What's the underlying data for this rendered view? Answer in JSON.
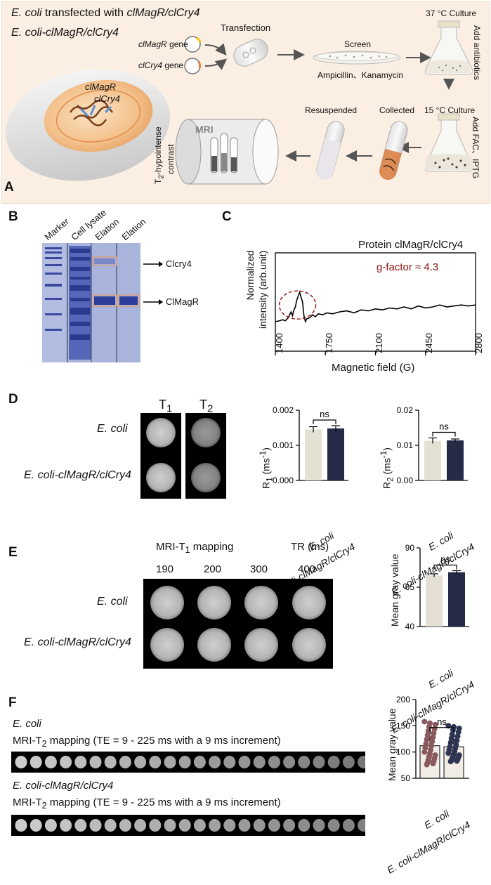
{
  "panel_a": {
    "label": "A",
    "title_prefix": "E. coli",
    "title_mid": " transfected with ",
    "title_suffix": "clMagR/clCry4",
    "subtitle": "E. coli-clMagR/clCry4",
    "cell_label_1": "clMagR",
    "cell_label_2": "clCry4",
    "gene_1_name": "clMagR",
    "gene_1_suffix": " gene",
    "gene_2_name": "clCry4",
    "gene_2_suffix": "  gene",
    "transfection": "Transfection",
    "screen": "Screen",
    "antibiotics_selection": "Ampicillin、Kanamycin",
    "culture_37": "37 °C Culture",
    "add_antibiotics": "Add antibiotics",
    "culture_15": "15 °C Culture",
    "collected": "Collected",
    "resuspended": "Resuspended",
    "add_fac": "Add FAC、IPTG",
    "mri": "MRI",
    "contrast_prefix": "T",
    "contrast_sub": "2",
    "contrast_suffix": "-hypointense",
    "contrast_line2": "contrast"
  },
  "panel_b": {
    "label": "B",
    "lanes": [
      "Marker",
      "Cell lysate",
      "Elation",
      "Elation"
    ],
    "band_1": "Clcry4",
    "band_2": "ClMagR"
  },
  "panel_c": {
    "label": "C",
    "title": "Protein clMagR/clCry4",
    "annotation": "g-factor ≈ 4.3",
    "ylabel_1": "Normalized",
    "ylabel_2": "intensity (arb.unit)",
    "xlabel": "Magnetic field (G)",
    "xticks": [
      "1400",
      "1750",
      "2100",
      "2450",
      "2800"
    ]
  },
  "panel_d": {
    "label": "D",
    "col_t1": "T",
    "col_t1_sub": "1",
    "col_t2": "T",
    "col_t2_sub": "2",
    "row_1": "E. coli",
    "row_2": "E. coli-clMagR/clCry4"
  },
  "panel_e": {
    "label": "E",
    "header_prefix": "MRI-T",
    "header_sub": "1",
    "header_suffix": " mapping",
    "tr_header": "TR (ms)",
    "tr_values": [
      "190",
      "200",
      "300",
      "400"
    ],
    "row_1": "E. coli",
    "row_2": "E. coli-clMagR/clCry4"
  },
  "panel_f": {
    "label": "F",
    "row_1": "E. coli",
    "row_1_caption_prefix": "MRI-T",
    "row_1_caption_sub": "2",
    "row_1_caption_suffix": " mapping  (TE = 9 - 225 ms with a 9 ms increment)",
    "row_2": "E. coli-clMagR/clCry4",
    "row_2_caption_prefix": "MRI-T",
    "row_2_caption_sub": "2",
    "row_2_caption_suffix": " mapping  (TE = 9 - 225 ms with a 9 ms increment)"
  },
  "colors": {
    "bar_light": "#e4e0d4",
    "bar_dark": "#252a47",
    "dot_ecoli": "#8a5a5e",
    "dot_mag": "#2e3552",
    "epr_circle": "#a01818",
    "panel_bg": "#fbeee2"
  },
  "chart_data": [
    {
      "type": "line",
      "panel": "C",
      "title": "Protein clMagR/clCry4",
      "xlabel": "Magnetic field (G)",
      "ylabel": "Normalized intensity (arb.unit)",
      "xlim": [
        1400,
        2800
      ],
      "xticks": [
        1400,
        1750,
        2100,
        2450,
        2800
      ],
      "x": [
        1400,
        1430,
        1450,
        1470,
        1490,
        1510,
        1520,
        1530,
        1540,
        1550,
        1560,
        1570,
        1580,
        1590,
        1600,
        1610,
        1620,
        1640,
        1660,
        1680,
        1700,
        1730,
        1760,
        1800,
        1850,
        1900,
        1950,
        2000,
        2050,
        2100,
        2150,
        2200,
        2250,
        2300,
        2350,
        2400,
        2450,
        2500,
        2550,
        2600,
        2650,
        2700,
        2750,
        2800
      ],
      "y": [
        0.3,
        0.31,
        0.32,
        0.31,
        0.34,
        0.4,
        0.36,
        0.42,
        0.45,
        0.52,
        0.56,
        0.6,
        0.55,
        0.5,
        0.36,
        0.3,
        0.33,
        0.34,
        0.37,
        0.35,
        0.38,
        0.37,
        0.39,
        0.38,
        0.4,
        0.41,
        0.39,
        0.42,
        0.41,
        0.43,
        0.42,
        0.44,
        0.43,
        0.45,
        0.43,
        0.46,
        0.44,
        0.45,
        0.47,
        0.45,
        0.46,
        0.47,
        0.46,
        0.47
      ]
    },
    {
      "type": "bar",
      "panel": "D",
      "ylabel_prefix": "R",
      "ylabel_sub": "1",
      "ylabel_unit": "(ms",
      "ylabel_unit_sup": "-1",
      "categories": [
        "E. coli",
        "E. coli-clMagR/clCry4"
      ],
      "values": [
        0.00145,
        0.00148
      ],
      "errors": [
        8e-05,
        8e-05
      ],
      "ylim": [
        0,
        0.002
      ],
      "yticks": [
        "0.000",
        "0.001",
        "0.002"
      ],
      "significance": "ns"
    },
    {
      "type": "bar",
      "panel": "D",
      "ylabel_prefix": "R",
      "ylabel_sub": "2",
      "ylabel_unit": "(ms",
      "ylabel_unit_sup": "-1",
      "categories": [
        "E. coli",
        "E. coli-clMagR/clCry4"
      ],
      "values": [
        0.0113,
        0.0114
      ],
      "errors": [
        0.0008,
        0.0004
      ],
      "ylim": [
        0,
        0.02
      ],
      "yticks": [
        "0.00",
        "0.01",
        "0.02"
      ],
      "significance": "ns"
    },
    {
      "type": "bar",
      "panel": "E",
      "ylabel": "Mean gray value",
      "categories": [
        "E. coli",
        "E. coli-clMagR/clCry4"
      ],
      "values": [
        72.5,
        74.5
      ],
      "errors": [
        1.0,
        1.0
      ],
      "ylim": [
        40,
        90
      ],
      "yticks": [
        "40",
        "65",
        "90"
      ],
      "significance": "ns"
    },
    {
      "type": "bar",
      "panel": "F",
      "ylabel": "Mean gray value",
      "categories": [
        "E. coli",
        "E. coli-clMagR/clCry4"
      ],
      "values": [
        112,
        110
      ],
      "errors": [
        24,
        20
      ],
      "ylim": [
        50,
        200
      ],
      "yticks": [
        "50",
        "100",
        "150",
        "200"
      ],
      "points": [
        [
          158,
          155,
          152,
          148,
          144,
          140,
          136,
          132,
          128,
          124,
          120,
          116,
          112,
          108,
          104,
          100,
          97,
          94,
          91,
          88,
          85,
          82,
          80,
          78,
          76
        ],
        [
          150,
          148,
          145,
          142,
          138,
          134,
          130,
          126,
          122,
          118,
          114,
          110,
          107,
          104,
          101,
          98,
          96,
          94,
          92,
          90,
          88,
          86,
          84,
          83,
          82
        ]
      ],
      "significance": "ns"
    }
  ]
}
